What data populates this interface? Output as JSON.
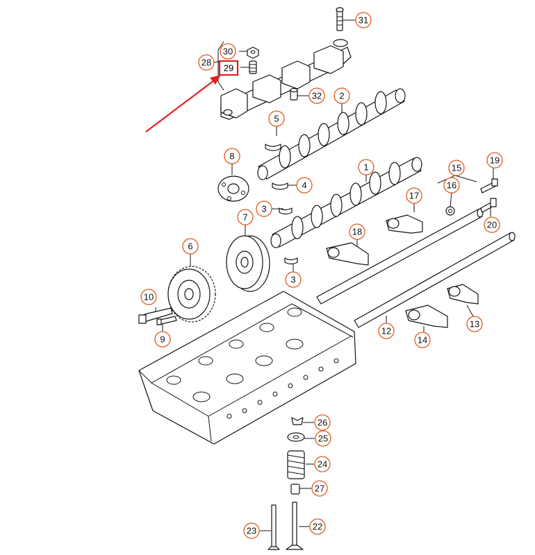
{
  "diagram": {
    "callouts": [
      "1",
      "2",
      "3",
      "3",
      "4",
      "5",
      "6",
      "7",
      "8",
      "9",
      "10",
      "12",
      "13",
      "14",
      "15",
      "16",
      "17",
      "18",
      "19",
      "20",
      "22",
      "23",
      "24",
      "25",
      "26",
      "27",
      "28",
      "29",
      "30",
      "31",
      "32"
    ],
    "highlighted_callout": "29",
    "highlight_color": "#e02020",
    "callout_border_color": "#e0581a"
  }
}
